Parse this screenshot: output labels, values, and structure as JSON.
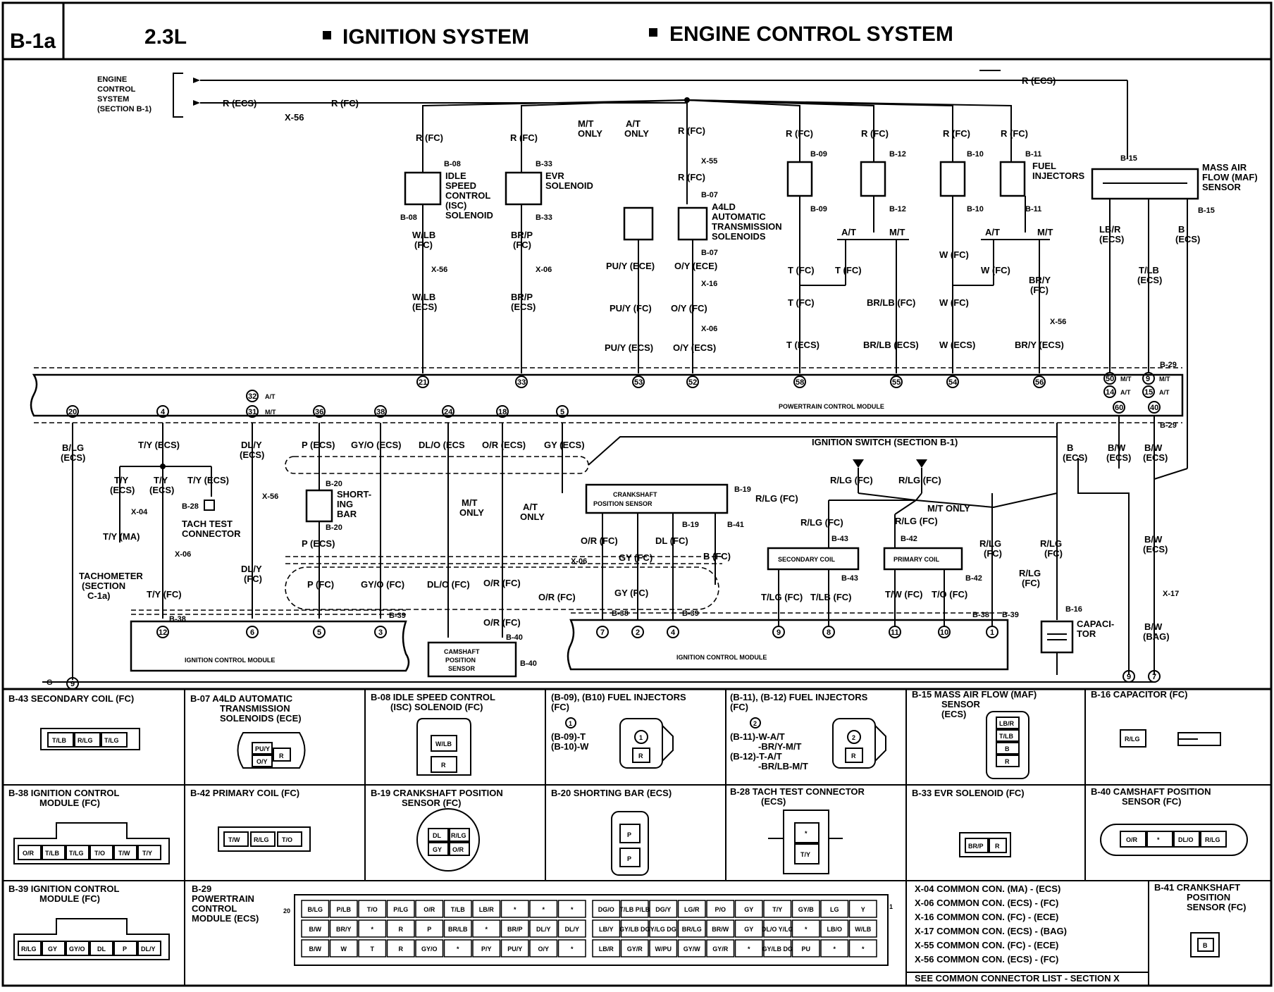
{
  "header": {
    "code": "B-1a",
    "engine": "2.3L",
    "system1": "IGNITION SYSTEM",
    "system2": "ENGINE CONTROL SYSTEM"
  },
  "source": {
    "line1": "ENGINE",
    "line2": "CONTROL",
    "line3": "SYSTEM",
    "line4": "(SECTION B-1)"
  },
  "top_wires": {
    "r_ecs": "R (ECS)",
    "r_fc": "R (FC)",
    "x56": "X-56",
    "r_ecs_top": "R (ECS)"
  },
  "components": {
    "isc": [
      "IDLE",
      "SPEED",
      "CONTROL",
      "(ISC)",
      "SOLENOID"
    ],
    "evr": [
      "EVR",
      "SOLENOID"
    ],
    "a4ld": [
      "A4LD",
      "AUTOMATIC",
      "TRANSMISSION",
      "SOLENOIDS"
    ],
    "injectors": [
      "FUEL",
      "INJECTORS"
    ],
    "maf": [
      "MASS AIR",
      "FLOW (MAF)",
      "SENSOR"
    ],
    "pcm": "POWERTRAIN CONTROL MODULE",
    "icm_left": "IGNITION CONTROL MODULE",
    "icm_right": "IGNITION CONTROL MODULE",
    "crank": [
      "CRANKSHAFT",
      "POSITION SENSOR"
    ],
    "cam": [
      "CAMSHAFT",
      "POSITION",
      "SENSOR"
    ],
    "secondary_coil": "SECONDARY COIL",
    "primary_coil": "PRIMARY COIL",
    "capacitor": [
      "CAPACI-",
      "TOR"
    ],
    "shorting": [
      "SHORT-",
      "ING",
      "BAR"
    ],
    "tach_test": [
      "TACH TEST",
      "CONNECTOR"
    ],
    "tachometer": [
      "TACHOMETER",
      "(SECTION",
      "C-1a)"
    ],
    "ign_switch": "IGNITION SWITCH (SECTION B-1)"
  },
  "notes": {
    "mt_only": "M/T ONLY",
    "at_only": "A/T ONLY",
    "mt": "M/T",
    "at": "A/T"
  },
  "panels": {
    "b43": "B-43  SECONDARY COIL (FC)",
    "b07": [
      "B-07  A4LD AUTOMATIC",
      "TRANSMISSION",
      "SOLENOIDS (ECE)"
    ],
    "b08": [
      "B-08  IDLE SPEED CONTROL",
      "(ISC) SOLENOID (FC)"
    ],
    "b09": [
      "(B-09), (B10) FUEL INJECTORS",
      "(FC)"
    ],
    "b09_notes": [
      "(B-09)-T",
      "(B-10)-W"
    ],
    "b11": [
      "(B-11), (B-12) FUEL INJECTORS",
      "(FC)"
    ],
    "b11_notes": [
      "(B-11)-W-A/T",
      "-BR/Y-M/T",
      "(B-12)-T-A/T",
      "-BR/LB-M/T"
    ],
    "b15": [
      "B-15  MASS AIR FLOW (MAF)",
      "SENSOR",
      "(ECS)"
    ],
    "b16": "B-16  CAPACITOR (FC)",
    "b38": [
      "B-38  IGNITION CONTROL",
      "MODULE (FC)"
    ],
    "b42": "B-42  PRIMARY COIL (FC)",
    "b19": [
      "B-19  CRANKSHAFT POSITION",
      "SENSOR (FC)"
    ],
    "b20": "B-20  SHORTING BAR (ECS)",
    "b28": [
      "B-28  TACH TEST CONNECTOR",
      "(ECS)"
    ],
    "b33": "B-33  EVR SOLENOID (FC)",
    "b40": [
      "B-40  CAMSHAFT POSITION",
      "SENSOR (FC)"
    ],
    "b39": [
      "B-39  IGNITION CONTROL",
      "MODULE (FC)"
    ],
    "b29": [
      "B-29",
      "POWERTRAIN",
      "CONTROL",
      "MODULE (ECS)"
    ],
    "b41": [
      "B-41  CRANKSHAFT",
      "POSITION",
      "SENSOR (FC)"
    ]
  },
  "pins": {
    "b43": [
      "T/LB",
      "R/LG",
      "T/LG"
    ],
    "b07": [
      "PU/Y",
      "O/Y",
      "R"
    ],
    "b08": [
      "W/LB",
      "R"
    ],
    "b09": [
      "R"
    ],
    "b11": [
      "R"
    ],
    "b15": [
      "LB/R",
      "T/LB",
      "B",
      "R"
    ],
    "b16": [
      "R/LG"
    ],
    "b38": [
      "O/R",
      "T/LB",
      "T/LG",
      "T/O",
      "T/W",
      "T/Y"
    ],
    "b42": [
      "T/W",
      "R/LG",
      "T/O"
    ],
    "b19": [
      "DL",
      "R/LG",
      "GY",
      "O/R"
    ],
    "b20": [
      "P",
      "P"
    ],
    "b28": [
      "*",
      "T/Y"
    ],
    "b33": [
      "BR/P",
      "R"
    ],
    "b40": [
      "O/R",
      "*",
      "DL/O",
      "R/LG"
    ],
    "b39": [
      "R/LG",
      "GY",
      "GY/O",
      "DL",
      "P",
      "DL/Y"
    ],
    "b41": [
      "B"
    ]
  },
  "pcm_grid": {
    "row1": [
      "B/LG",
      "P/LB",
      "T/O",
      "P/LG",
      "O/R",
      "T/LB",
      "LB/R",
      "*",
      "*",
      "*",
      "DG/O",
      "T/LB P/LB",
      "DG/Y",
      "LG/R",
      "P/O",
      "GY",
      "T/Y",
      "GY/B",
      "LG",
      "Y"
    ],
    "row2": [
      "B/W",
      "BR/Y",
      "*",
      "R",
      "P",
      "BR/LB",
      "*",
      "BR/P",
      "DL/Y",
      "DL/Y",
      "LB/Y",
      "GY/LB DG",
      "Y/LG DG",
      "BR/LG",
      "BR/W",
      "GY",
      "DL/O Y/LG",
      "*",
      "LB/O",
      "W/LB"
    ],
    "row3": [
      "B/W",
      "W",
      "T",
      "R",
      "GY/O",
      "*",
      "P/Y",
      "PU/Y",
      "O/Y",
      "*",
      "LB/R",
      "GY/R",
      "W/PU",
      "GY/W",
      "GY/R",
      "*",
      "GY/LB DG",
      "PU",
      "*",
      "*"
    ],
    "left_num": "20",
    "right_num": "1"
  },
  "common_connectors": [
    "X-04  COMMON CON. (MA) - (ECS)",
    "X-06  COMMON CON. (ECS) - (FC)",
    "X-16  COMMON CON. (FC) - (ECE)",
    "X-17  COMMON CON. (ECS) - (BAG)",
    "X-55  COMMON CON. (FC) - (ECE)",
    "X-56  COMMON CON. (ECS) - (FC)",
    "SEE COMMON CONNECTOR LIST - SECTION X"
  ]
}
